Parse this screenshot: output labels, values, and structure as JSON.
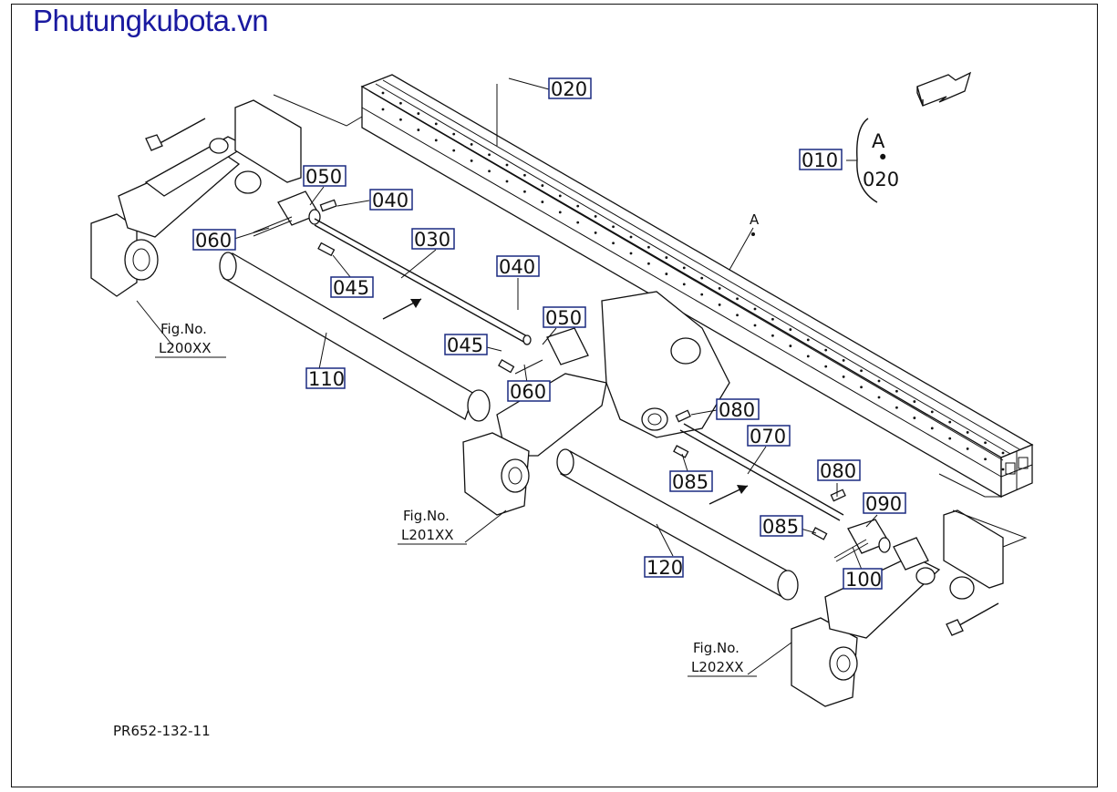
{
  "header": {
    "brand": "Phutungkubota.vn",
    "brand_color": "#1a1aa0"
  },
  "callouts": [
    {
      "id": "020",
      "name": "callout-020-top"
    },
    {
      "id": "010",
      "name": "callout-010"
    },
    {
      "id": "050",
      "name": "callout-050-left"
    },
    {
      "id": "040",
      "name": "callout-040-left"
    },
    {
      "id": "060",
      "name": "callout-060-left"
    },
    {
      "id": "030",
      "name": "callout-030"
    },
    {
      "id": "045",
      "name": "callout-045-left"
    },
    {
      "id": "040",
      "name": "callout-040-mid"
    },
    {
      "id": "050",
      "name": "callout-050-mid"
    },
    {
      "id": "045",
      "name": "callout-045-mid"
    },
    {
      "id": "110",
      "name": "callout-110"
    },
    {
      "id": "060",
      "name": "callout-060-mid"
    },
    {
      "id": "080",
      "name": "callout-080-mid"
    },
    {
      "id": "070",
      "name": "callout-070"
    },
    {
      "id": "085",
      "name": "callout-085-mid"
    },
    {
      "id": "080",
      "name": "callout-080-right"
    },
    {
      "id": "090",
      "name": "callout-090"
    },
    {
      "id": "085",
      "name": "callout-085-right"
    },
    {
      "id": "100",
      "name": "callout-100"
    },
    {
      "id": "120",
      "name": "callout-120"
    }
  ],
  "legend": {
    "letter": "A",
    "dot": "•",
    "value": "020"
  },
  "frame_marker": "A",
  "figure_refs": [
    {
      "line1": "Fig.No.",
      "line2": "L200XX"
    },
    {
      "line1": "Fig.No.",
      "line2": "L201XX"
    },
    {
      "line1": "Fig.No.",
      "line2": "L202XX"
    }
  ],
  "drawing_code": "PR652-132-11",
  "icons": {
    "direction": "direction-arrow-icon"
  }
}
